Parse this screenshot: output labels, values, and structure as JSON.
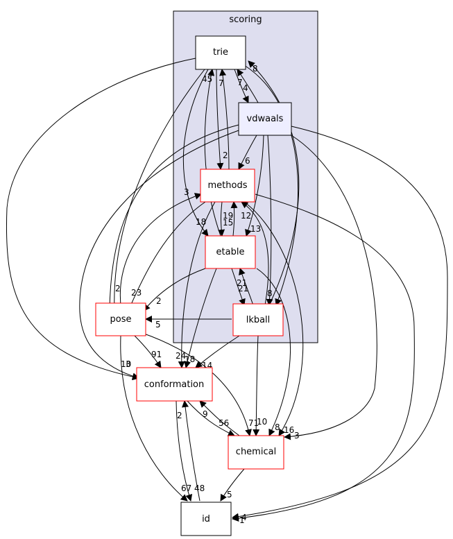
{
  "cluster": {
    "label": "scoring",
    "fill": "#dedeef",
    "stroke": "#000000"
  },
  "nodes": {
    "trie": "trie",
    "vdwaals": "vdwaals",
    "methods": "methods",
    "etable": "etable",
    "lkball": "lkball",
    "pose": "pose",
    "conformation": "conformation",
    "chemical": "chemical",
    "id": "id"
  },
  "colors": {
    "red_border": "#ff0000",
    "black_border": "#000000",
    "vdwaals_fill": "#eeeeff",
    "white_fill": "#ffffff"
  },
  "edge_labels": {
    "trie_pose_45": "45",
    "methods_trie_7": "7",
    "lkball_trie_7": "7",
    "vdwaals_trie_4": "4",
    "lkball_trie_8": "8",
    "trie_methods_2": "2",
    "vdwaals_methods_6": "6",
    "pose_methods_3": "3",
    "etable_methods_19": "19",
    "methods_etable_15": "15",
    "trie_etable_18": "18",
    "lkball_methods_12": "12",
    "vdwaals_etable_13": "13",
    "etable_lkball_21": "21",
    "lkball_etable_21": "21",
    "trie_lkball_8": "8",
    "vdwaals_pose_2": "2",
    "methods_pose_23": "23",
    "etable_pose_2": "2",
    "lkball_pose_5": "5",
    "trie_conf_10": "10",
    "vdwaals_conf_3": "3",
    "pose_conf_91": "91",
    "methods_conf_24": "24",
    "etable_conf_18": "18",
    "lkball_conf_14": "14",
    "chem_conf_9": "9",
    "conf_chem_56": "56",
    "id_conf_2": "2",
    "pose_chem_71": "71",
    "lkball_chem_10": "10",
    "etable_chem_8": "8",
    "methods_chem_16": "16",
    "vdwaals_chem_3": "3",
    "pose_id_67": "67",
    "conf_id_48": "48",
    "chem_id_5": "5",
    "vdwaals_id_4": "4",
    "methods_id_1": "1"
  }
}
